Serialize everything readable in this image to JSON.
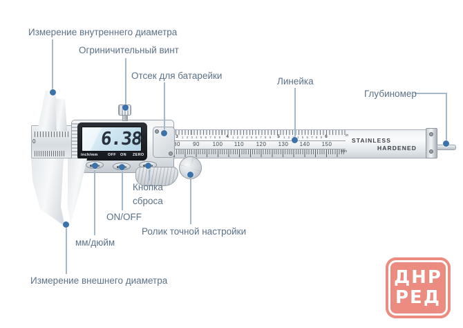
{
  "labels": {
    "internal": "Измерение внутреннего диаметра",
    "limit_screw": "Огриничительный винт",
    "battery": "Отсек для батарейки",
    "ruler": "Линейка",
    "depth": "Глубиномер",
    "reset_line1": "Кнопка",
    "reset_line2": "сброса",
    "onoff": "ON/OFF",
    "mm_inch": "мм/дюйм",
    "roller": "Ролик точной настройки",
    "external": "Измерение внешнего диаметра"
  },
  "display": {
    "value": "6.38",
    "unit": "mm",
    "buttons": [
      "inch/mm",
      "OFF",
      "ON",
      "ZERO"
    ]
  },
  "beam": {
    "brand1": "STAINLESS",
    "brand2": "HARDENED",
    "mm_numbers": [
      "80",
      "90",
      "100",
      "110",
      "120",
      "130",
      "140",
      "150"
    ],
    "inch_numbers": [
      "3",
      "4",
      "5",
      "6"
    ],
    "inch_minor": "123456789",
    "in_label": "in",
    "mm_label": "mm",
    "vernier_zero": "0"
  },
  "watermark": {
    "line1": "ДНР",
    "line2": "РЕД",
    "color": "#ec8c80"
  },
  "colors": {
    "label_text": "#5b7186",
    "marker_dot": "#3b72ab",
    "leader_line": "#a3b8c8",
    "lcd_digit": "#28323e"
  }
}
